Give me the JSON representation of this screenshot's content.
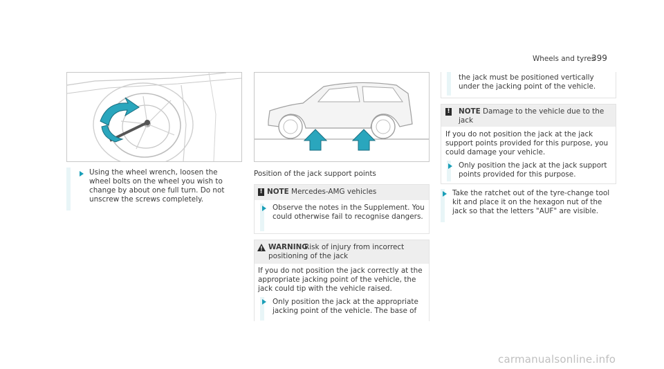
{
  "header": {
    "section": "Wheels and tyres",
    "page_number": "399"
  },
  "col1": {
    "step": "Using the wheel wrench, loosen the wheel bolts on the wheel you wish to change by about one full turn. Do not unscrew the screws completely."
  },
  "col2": {
    "caption": "Position of the jack support points",
    "note1": {
      "label": "NOTE",
      "title": "Mercedes-AMG vehicles",
      "step": "Observe the notes in the Supplement. You could otherwise fail to recognise dangers."
    },
    "warning": {
      "label": "WARNING",
      "title": "Risk of injury from incorrect positioning of the jack",
      "body": "If you do not position the jack correctly at the appropriate jacking point of the vehicle, the jack could tip with the vehicle raised.",
      "step": "Only position the jack at the appropriate jacking point of the vehicle. The base of"
    }
  },
  "col3": {
    "continued": "the jack must be positioned vertically under the jacking point of the vehicle.",
    "note2": {
      "label": "NOTE",
      "title": "Damage to the vehicle due to the jack",
      "body": "If you do not position the jack at the jack support points provided for this purpose, you could damage your vehicle.",
      "step": "Only position the jack at the jack support points provided for this purpose."
    },
    "step": "Take the ratchet out of the tyre-change tool kit and place it on the hexagon nut of the jack so that the letters \"AUF\" are visible."
  },
  "watermark": "carmanualsonline.info",
  "colors": {
    "accent": "#1a9fb8",
    "arrow_fill": "#2aa6bd"
  }
}
